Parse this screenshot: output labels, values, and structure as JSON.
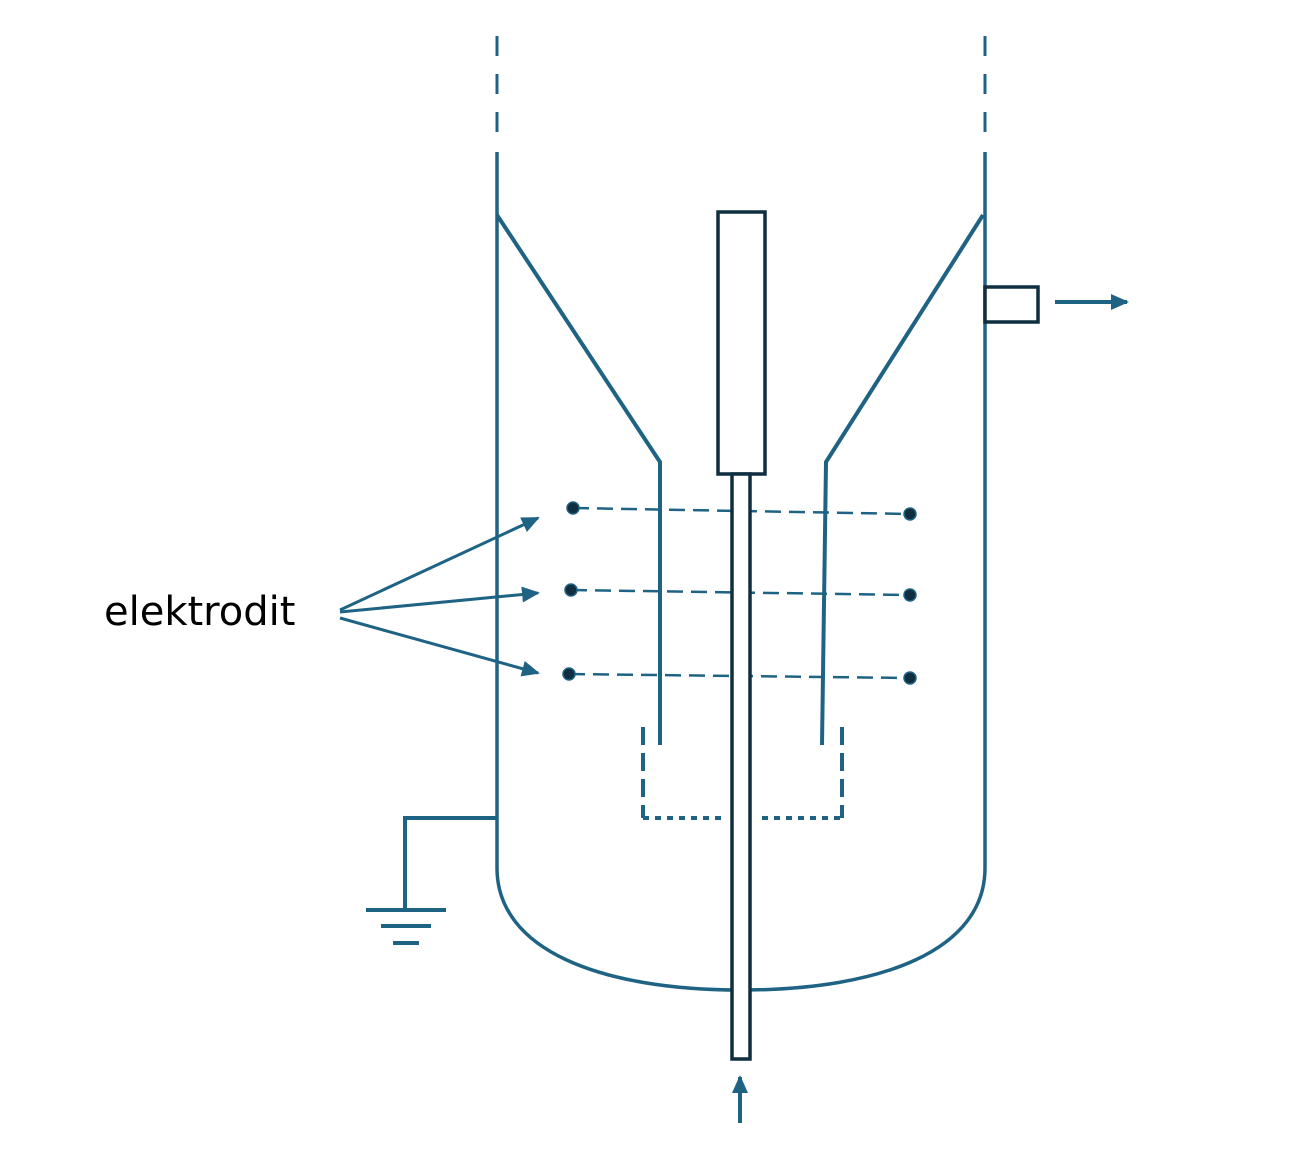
{
  "labels": {
    "electrodes": "elektrodit"
  },
  "colors": {
    "stroke": "#1f6384",
    "dark_stroke": "#0f2e3f",
    "electrode_dot": "#0f2e3f",
    "background": "#ffffff"
  },
  "icons": {
    "ground": "ground-symbol",
    "outlet": "arrow-right",
    "inlet": "arrow-up"
  }
}
